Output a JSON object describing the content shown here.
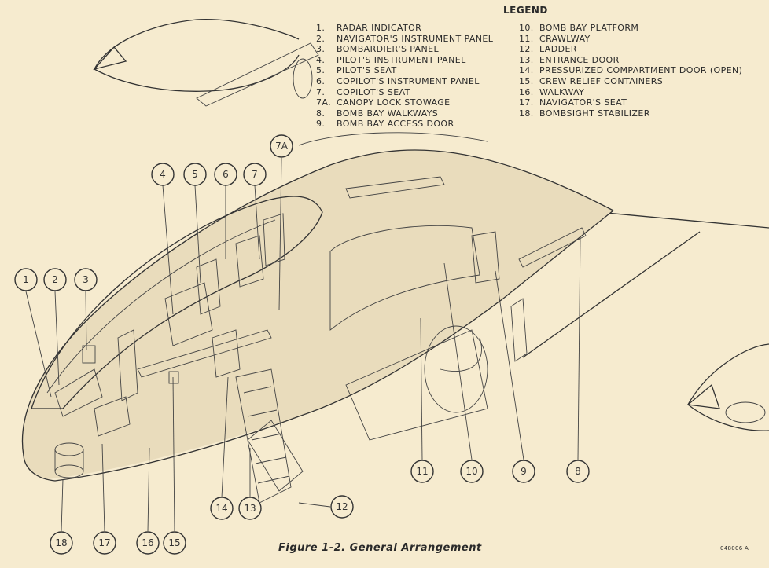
{
  "legend": {
    "title": "LEGEND",
    "left": [
      {
        "num": "1.",
        "label": "RADAR INDICATOR"
      },
      {
        "num": "2.",
        "label": "NAVIGATOR'S INSTRUMENT PANEL"
      },
      {
        "num": "3.",
        "label": "BOMBARDIER'S PANEL"
      },
      {
        "num": "4.",
        "label": "PILOT'S INSTRUMENT PANEL"
      },
      {
        "num": "5.",
        "label": "PILOT'S SEAT"
      },
      {
        "num": "6.",
        "label": "COPILOT'S INSTRUMENT PANEL"
      },
      {
        "num": "7.",
        "label": "COPILOT'S SEAT"
      },
      {
        "num": "7A.",
        "label": "CANOPY LOCK STOWAGE"
      },
      {
        "num": "8.",
        "label": "BOMB BAY WALKWAYS"
      },
      {
        "num": "9.",
        "label": "BOMB BAY ACCESS DOOR"
      }
    ],
    "right": [
      {
        "num": "10.",
        "label": "BOMB BAY PLATFORM"
      },
      {
        "num": "11.",
        "label": "CRAWLWAY"
      },
      {
        "num": "12.",
        "label": "LADDER"
      },
      {
        "num": "13.",
        "label": "ENTRANCE DOOR"
      },
      {
        "num": "14.",
        "label": "PRESSURIZED COMPARTMENT DOOR (OPEN)"
      },
      {
        "num": "15.",
        "label": "CREW RELIEF CONTAINERS"
      },
      {
        "num": "16.",
        "label": "WALKWAY"
      },
      {
        "num": "17.",
        "label": "NAVIGATOR'S SEAT"
      },
      {
        "num": "18.",
        "label": "BOMBSIGHT STABILIZER"
      }
    ]
  },
  "callouts": {
    "c1": "1",
    "c2": "2",
    "c3": "3",
    "c4": "4",
    "c5": "5",
    "c6": "6",
    "c7": "7",
    "c7a": "7A",
    "c8": "8",
    "c9": "9",
    "c10": "10",
    "c11": "11",
    "c12": "12",
    "c13": "13",
    "c14": "14",
    "c15": "15",
    "c16": "16",
    "c17": "17",
    "c18": "18"
  },
  "caption": "Figure 1-2. General Arrangement",
  "doc_number": "048006 A"
}
